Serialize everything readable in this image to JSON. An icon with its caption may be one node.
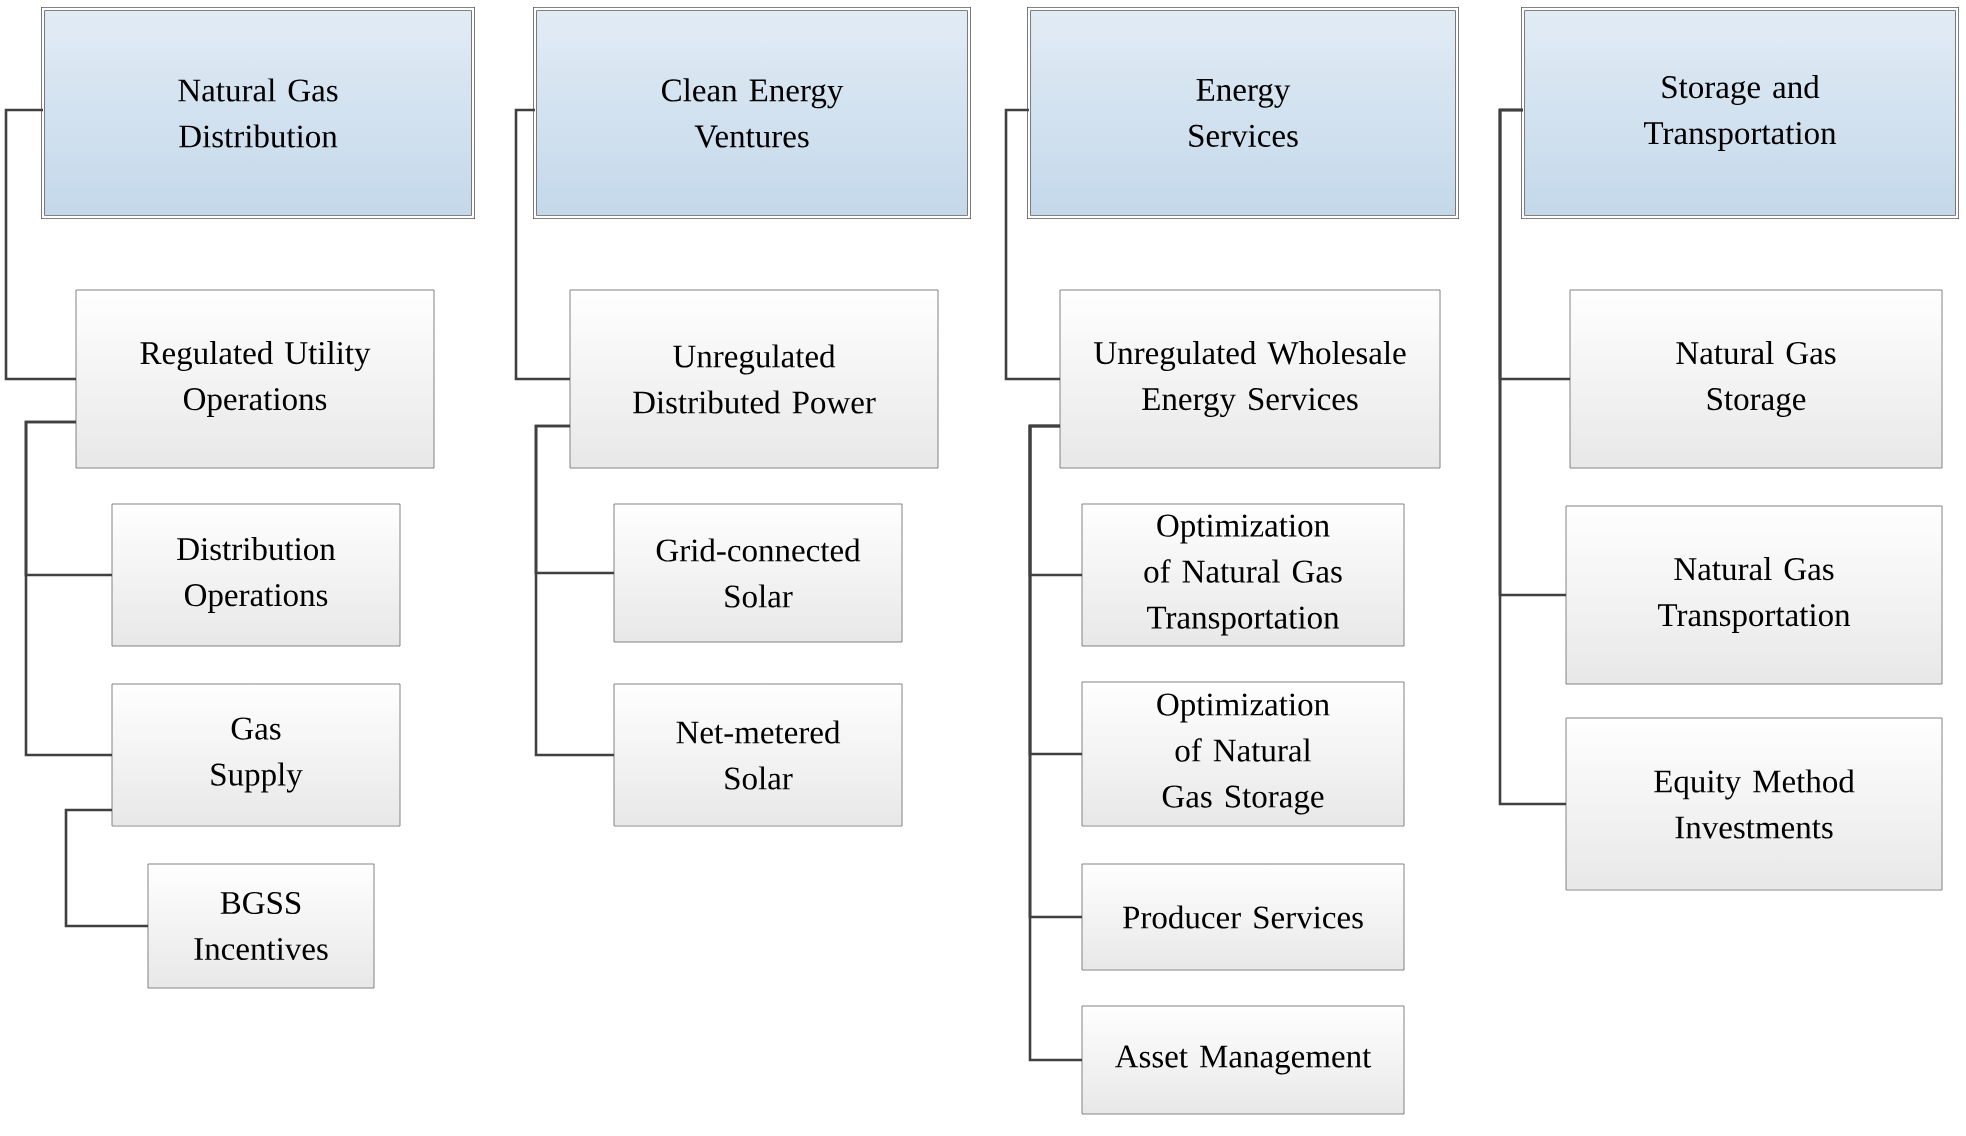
{
  "diagram": {
    "nodes": [
      {
        "text": [
          "Natural Gas Distribution"
        ]
      },
      {
        "text": [
          "Regulated Utility Operations"
        ]
      },
      {
        "text": [
          "Distribution Operations"
        ]
      },
      {
        "text": [
          "Gas Supply"
        ]
      },
      {
        "text": [
          "BGSS Incentives"
        ]
      },
      {
        "text": [
          "Clean Energy Ventures"
        ]
      },
      {
        "text": [
          "Unregulated Distributed Power"
        ]
      },
      {
        "text": [
          "Grid-connected Solar"
        ]
      },
      {
        "text": [
          "Net-metered Solar"
        ]
      },
      {
        "text": [
          "Energy Services"
        ]
      },
      {
        "text": [
          "Unregulated Wholesale Energy Services"
        ]
      },
      {
        "text": [
          "Optimization of Natural Gas Transportation"
        ]
      },
      {
        "text": [
          "Optimization of Natural Gas Storage"
        ]
      },
      {
        "text": [
          "Producer Services"
        ]
      },
      {
        "text": [
          "Asset Management"
        ]
      },
      {
        "text": [
          "Storage and Transportation"
        ]
      },
      {
        "text": [
          "Natural Gas Storage"
        ]
      },
      {
        "text": [
          "Natural Gas Transportation"
        ]
      },
      {
        "text": [
          "Equity Method Investments"
        ]
      }
    ],
    "edges": [
      {
        "from": 0,
        "to": 1,
        "arrow": "none"
      },
      {
        "from": 1,
        "to": 2,
        "arrow": "none"
      },
      {
        "from": 1,
        "to": 3,
        "arrow": "none"
      },
      {
        "from": 3,
        "to": 4,
        "arrow": "none"
      },
      {
        "from": 5,
        "to": 6,
        "arrow": "none"
      },
      {
        "from": 6,
        "to": 7,
        "arrow": "none"
      },
      {
        "from": 6,
        "to": 8,
        "arrow": "none"
      },
      {
        "from": 9,
        "to": 10,
        "arrow": "none"
      },
      {
        "from": 10,
        "to": 11,
        "arrow": "none"
      },
      {
        "from": 10,
        "to": 12,
        "arrow": "none"
      },
      {
        "from": 10,
        "to": 13,
        "arrow": "none"
      },
      {
        "from": 10,
        "to": 14,
        "arrow": "none"
      },
      {
        "from": 15,
        "to": 16,
        "arrow": "none"
      },
      {
        "from": 15,
        "to": 17,
        "arrow": "none"
      },
      {
        "from": 15,
        "to": 18,
        "arrow": "none"
      }
    ]
  }
}
